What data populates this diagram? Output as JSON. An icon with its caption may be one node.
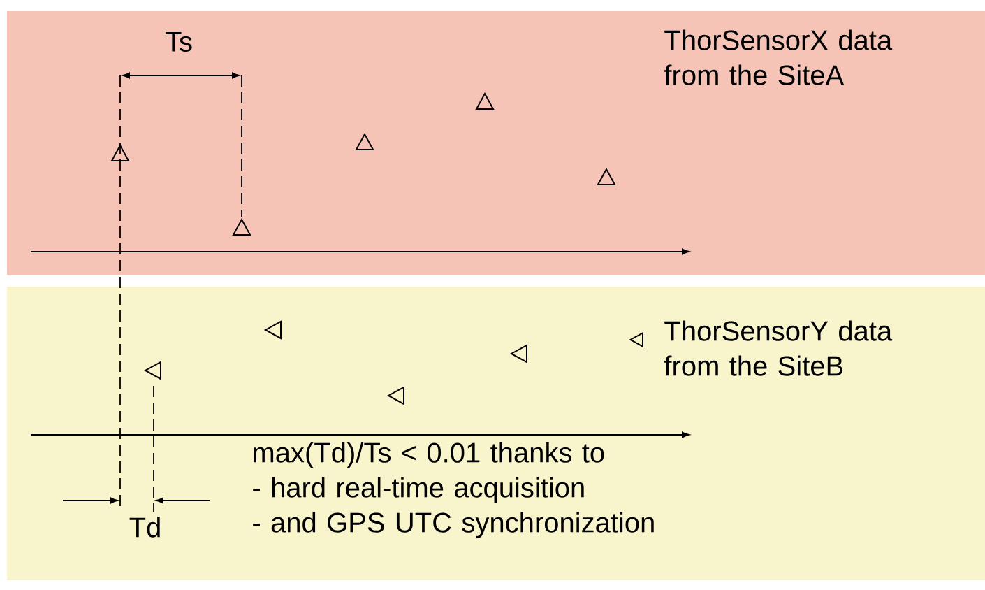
{
  "diagram": {
    "nodes": [
      {
        "text": [
          "ThorSensorX data from the SiteA"
        ]
      },
      {
        "text": [
          "ThorSensorY data from the SiteB",
          "max(Td)/Ts < 0.01 thanks to",
          "- hard real-time acquisition",
          "- and GPS UTC synchronization"
        ]
      }
    ],
    "labels": [
      "Ts",
      "Td"
    ]
  }
}
